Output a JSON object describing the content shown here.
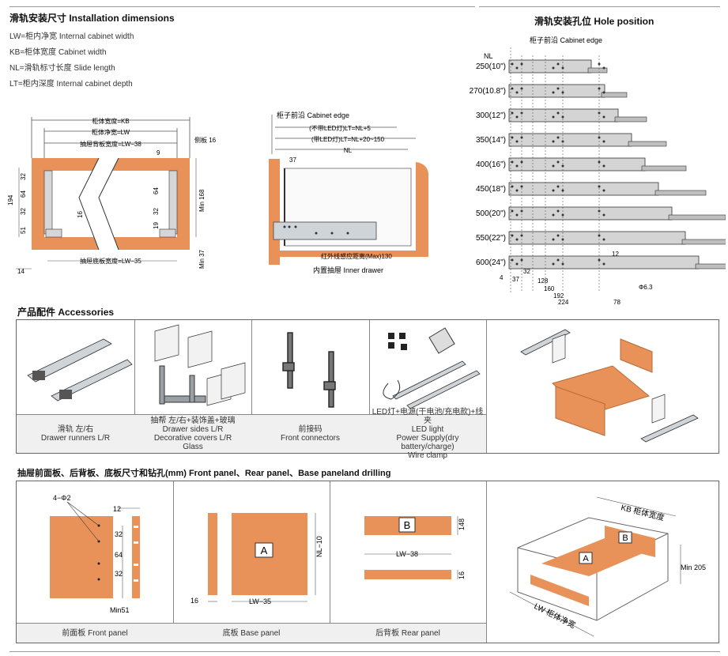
{
  "install": {
    "title": "滑轨安装尺寸 Installation dimensions",
    "legend": [
      "LW=柜内净宽  Internal cabinet width",
      "KB=柜体宽度  Cabinet width",
      "NL=滑轨标寸长度  Slide length",
      "LT=柜内深度  Internal cabinet depth"
    ],
    "front": {
      "kb": "柜体宽度=KB",
      "lw": "柜体净宽=LW",
      "back": "抽屉背板宽度=LW−38",
      "bottom": "抽屉底板宽度=LW−35",
      "side": "侧板 16",
      "d9": "9",
      "d194": "194",
      "d32a": "32",
      "d64a": "64",
      "d32b": "32",
      "d51": "51",
      "d16": "16",
      "d64b": "64",
      "d32c": "32",
      "d19": "19",
      "min168": "Min 168",
      "min37": "Min 37",
      "d14": "14"
    },
    "side": {
      "edge": "柜子前沿 Cabinet edge",
      "no_led": "(不带LED灯)LT=NL+5",
      "with_led": "(带LED灯)LT=NL+20~150",
      "nl": "NL",
      "d37": "37",
      "sensor": "红外线感应距离(Max)130",
      "caption": "内置抽屉 Inner drawer"
    }
  },
  "holes": {
    "title": "滑轨安装孔位 Hole position",
    "edge": "柜子前沿 Cabinet edge",
    "nl": "NL",
    "sizes": [
      "250(10\")",
      "270(10.8\")",
      "300(12\")",
      "350(14\")",
      "400(16\")",
      "450(18\")",
      "500(20\")",
      "550(22\")",
      "600(24\")"
    ],
    "dims": {
      "d4": "4",
      "d37": "37",
      "d32": "32",
      "d128": "128",
      "d160": "160",
      "d192": "192",
      "d224": "224",
      "d78": "78",
      "d12": "12",
      "d65": "Φ6.3"
    }
  },
  "accessories": {
    "title": "产品配件 Accessories",
    "items": [
      {
        "zh": "滑轨  左/右",
        "en": [
          "Drawer runners  L/R"
        ]
      },
      {
        "zh": "抽帮 左/右+装饰盖+玻璃",
        "en": [
          "Drawer sides  L/R",
          "Decorative covers  L/R",
          "Glass"
        ]
      },
      {
        "zh": "前接码",
        "en": [
          "Front connectors"
        ]
      },
      {
        "zh": "LED灯+电源(干电池/充电款)+线夹",
        "en": [
          "LED light",
          "Power Supply(dry battery/charge)",
          "Wire clamp"
        ]
      }
    ]
  },
  "panels": {
    "title": "抽屉前面板、后背板、底板尺寸和钻孔(mm)   Front panel、Rear panel、Base paneland drilling",
    "front": {
      "caption": "前面板   Front panel",
      "holes": "4−Φ2",
      "d12": "12",
      "d32a": "32",
      "d64": "64",
      "d32b": "32",
      "min51": "Min51"
    },
    "base": {
      "caption": "底板  Base panel",
      "label": "A",
      "nl": "NL−10",
      "d16": "16",
      "lw": "LW−35"
    },
    "rear": {
      "caption": "后背板  Rear panel",
      "label": "B",
      "d148": "148",
      "lw": "LW−38",
      "d16": "16"
    },
    "iso": {
      "kb": "KB 柜体宽度",
      "lw": "LW 柜体净宽",
      "min": "Min 205",
      "a": "A",
      "b": "B"
    }
  },
  "colors": {
    "wood": "#e8925a",
    "woodDark": "#d27a43",
    "line": "#555555",
    "frame": "#666666"
  }
}
